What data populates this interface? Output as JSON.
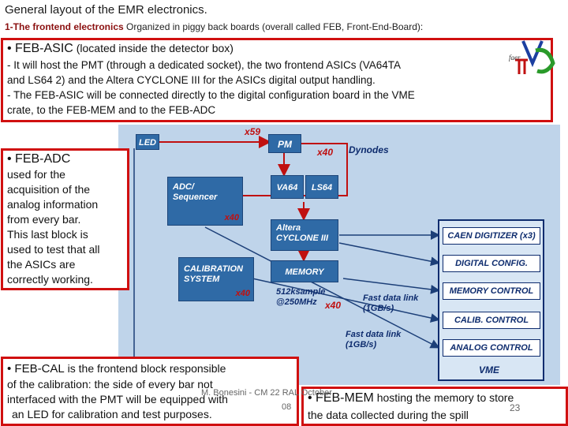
{
  "header": {
    "title": "General layout of the EMR electronics.",
    "subtitle_bold": "1-The frontend electronics",
    "subtitle_rest": " Organized in piggy back boards (overall called FEB, Front-End-Board):"
  },
  "feb_asic": {
    "heading": "• FEB-ASIC",
    "heading_note": " (located inside the detector box)",
    "line1": "- It will host the PMT (through a dedicated socket),  the two frontend ASICs (VA64TA",
    "line2": "and LS64 2)   and the Altera CYCLONE III for the ASICs digital output handling.",
    "line3": "- The FEB-ASIC will be connected directly to the digital configuration board in the VME",
    "line4": "crate, to the FEB-MEM and to the FEB-ADC"
  },
  "feb_adc": {
    "heading": "• FEB-ADC",
    "lines": [
      "used for the",
      "acquisition of the",
      "analog information",
      "from every bar.",
      "This last block is",
      "used to test that all",
      "the ASICs are",
      "correctly working."
    ]
  },
  "feb_cal": {
    "heading": "• FEB-CAL",
    "heading_rest": " is the frontend block responsible",
    "line1": "of the calibration: the side  of every bar not",
    "line2": "interfaced with the  PMT  will be equipped with",
    "line3": "an LED for calibration and test purposes."
  },
  "feb_mem": {
    "heading": "• FEB-MEM",
    "heading_rest": " hosting the memory to store",
    "line2": "the data collected during the spill"
  },
  "footer": {
    "author": "M. Bonesini - CM 22  RAL October",
    "year": "08",
    "page": "23"
  },
  "diagram": {
    "led": "LED",
    "pm": "PM",
    "x59": "x59",
    "x40_dynodes": "x40",
    "dynodes": "Dynodes",
    "va64": "VA64",
    "ls64": "LS64",
    "adc_line1": "ADC/",
    "adc_line2": "Sequencer",
    "adc_mult": "x40",
    "cyclone_line1": "Altera",
    "cyclone_line2": "CYCLONE III",
    "cal_line1": "CALIBRATION",
    "cal_line2": "SYSTEM",
    "cal_mult": "x40",
    "memory": "MEMORY",
    "mem_spec1": "512ksample",
    "mem_spec2": "@250MHz",
    "mem_mult": "x40",
    "link1_line1": "Fast data link",
    "link1_line2": "(1GB/s)",
    "link2_line1": "Fast data link",
    "link2_line2": "(1GB/s)",
    "vme_controls": [
      "CAEN DIGITIZER (x3)",
      "DIGITAL CONFIG.",
      "MEMORY CONTROL",
      "CALIB. CONTROL",
      "ANALOG CONTROL"
    ],
    "vme": "VME"
  },
  "logo": {
    "text": "faer"
  },
  "colors": {
    "frame_red": "#d01010",
    "block_blue": "#2f6aa6",
    "diagram_bg": "#bfd4ea",
    "title_bold": "#8b1010"
  }
}
